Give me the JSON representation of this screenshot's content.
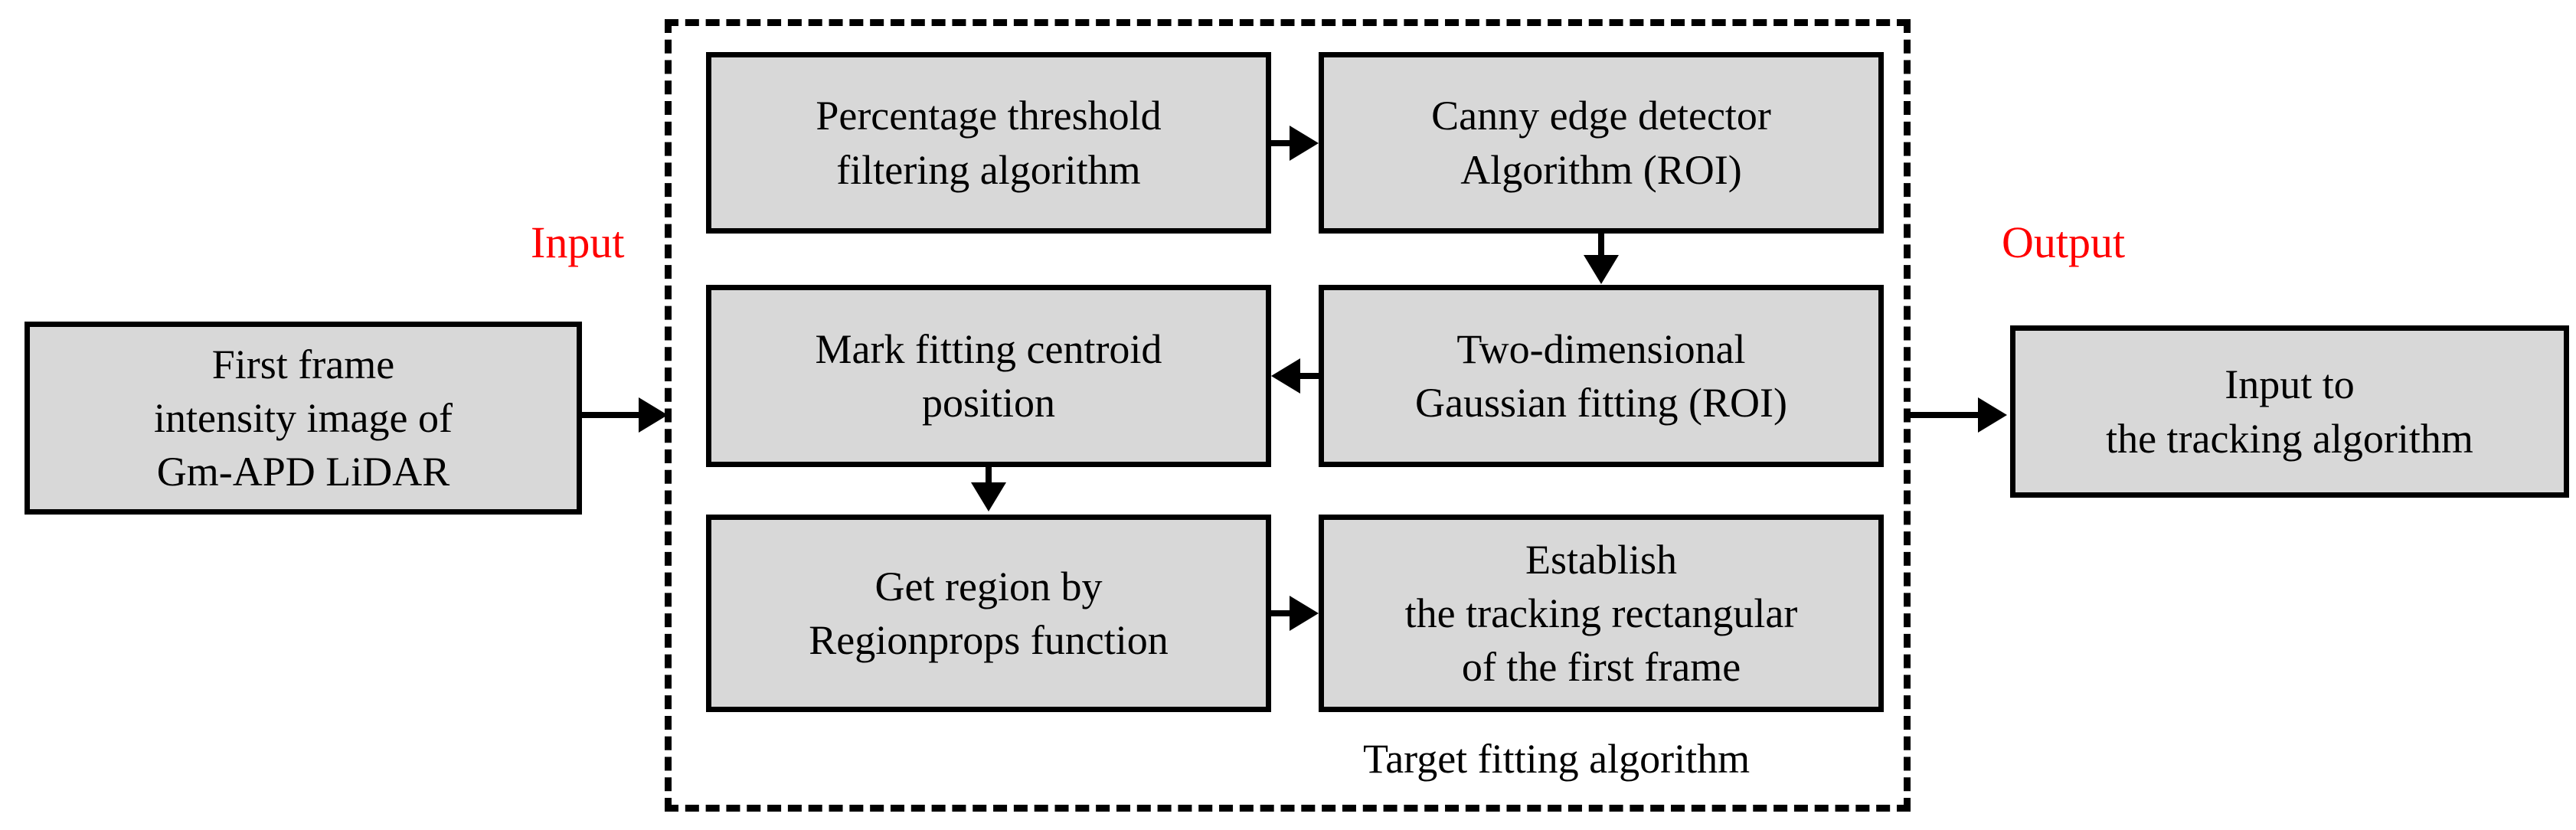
{
  "diagram": {
    "title_caption": "Target fitting algorithm",
    "edge_labels": {
      "input": "Input",
      "output": "Output"
    },
    "colors": {
      "box_fill": "#d8d8d8",
      "box_stroke": "#000000",
      "label_red": "#ff0000",
      "background": "#ffffff"
    },
    "boxes": [
      {
        "id": "first-frame",
        "text": "First frame\nintensity image of\nGm-APD LiDAR"
      },
      {
        "id": "pct-threshold",
        "text": "Percentage threshold\nfiltering algorithm"
      },
      {
        "id": "canny",
        "text": "Canny edge detector\nAlgorithm (ROI)"
      },
      {
        "id": "mark-centroid",
        "text": "Mark fitting centroid\nposition"
      },
      {
        "id": "gaussian",
        "text": "Two-dimensional\nGaussian fitting (ROI)"
      },
      {
        "id": "regionprops",
        "text": "Get region by\nRegionprops function"
      },
      {
        "id": "establish",
        "text": "Establish\nthe tracking rectangular\nof the first frame"
      },
      {
        "id": "tracking",
        "text": "Input to\nthe tracking algorithm"
      }
    ],
    "connectors": [
      {
        "from": "first-frame",
        "to": "dashed-region-input",
        "direction": "right"
      },
      {
        "from": "pct-threshold",
        "to": "canny",
        "direction": "right"
      },
      {
        "from": "canny",
        "to": "gaussian",
        "direction": "down"
      },
      {
        "from": "gaussian",
        "to": "mark-centroid",
        "direction": "left"
      },
      {
        "from": "mark-centroid",
        "to": "regionprops",
        "direction": "down"
      },
      {
        "from": "regionprops",
        "to": "establish",
        "direction": "right"
      },
      {
        "from": "dashed-region-output",
        "to": "tracking",
        "direction": "right"
      }
    ]
  }
}
